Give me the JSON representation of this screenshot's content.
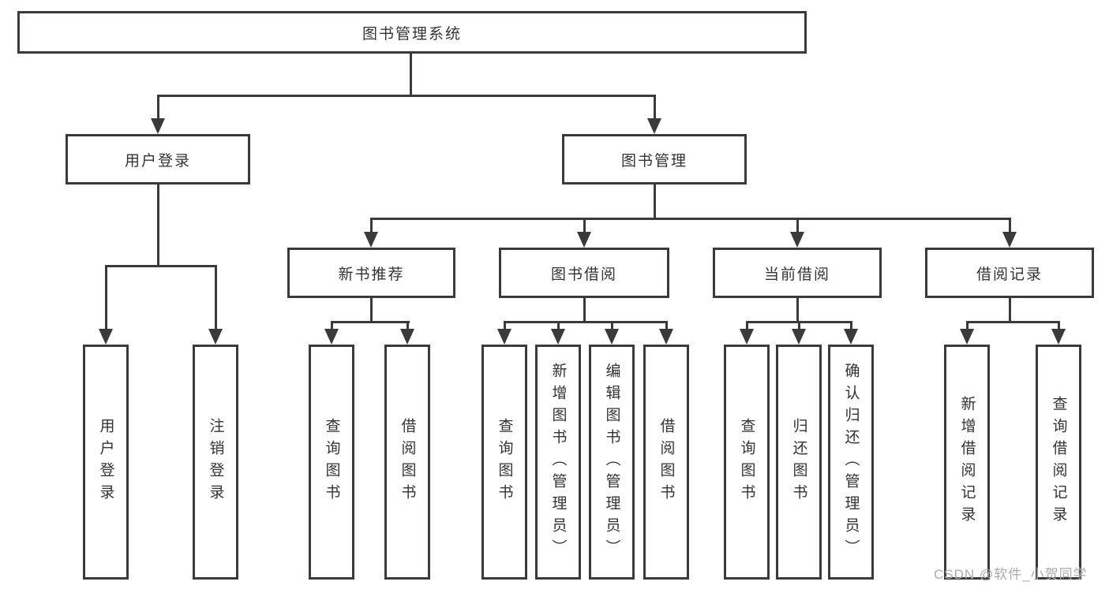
{
  "colors": {
    "line": "#3a3a3a",
    "text": "#333333",
    "watermark": "#ababab",
    "background": "#ffffff"
  },
  "watermark": {
    "text": "CSDN @软件_小贺同学"
  },
  "tree": {
    "root": {
      "label": "图书管理系统",
      "children": [
        {
          "label": "用户登录",
          "children": [
            {
              "label": "用户登录"
            },
            {
              "label": "注销登录"
            }
          ]
        },
        {
          "label": "图书管理",
          "children": [
            {
              "label": "新书推荐",
              "children": [
                {
                  "label": "查询图书"
                },
                {
                  "label": "借阅图书"
                }
              ]
            },
            {
              "label": "图书借阅",
              "children": [
                {
                  "label": "查询图书"
                },
                {
                  "label": "新增图书（管理员）"
                },
                {
                  "label": "编辑图书（管理员）"
                },
                {
                  "label": "借阅图书"
                }
              ]
            },
            {
              "label": "当前借阅",
              "children": [
                {
                  "label": "查询图书"
                },
                {
                  "label": "归还图书"
                },
                {
                  "label": "确认归还（管理员）"
                }
              ]
            },
            {
              "label": "借阅记录",
              "children": [
                {
                  "label": "新增借阅记录"
                },
                {
                  "label": "查询借阅记录"
                }
              ]
            }
          ]
        }
      ]
    }
  }
}
